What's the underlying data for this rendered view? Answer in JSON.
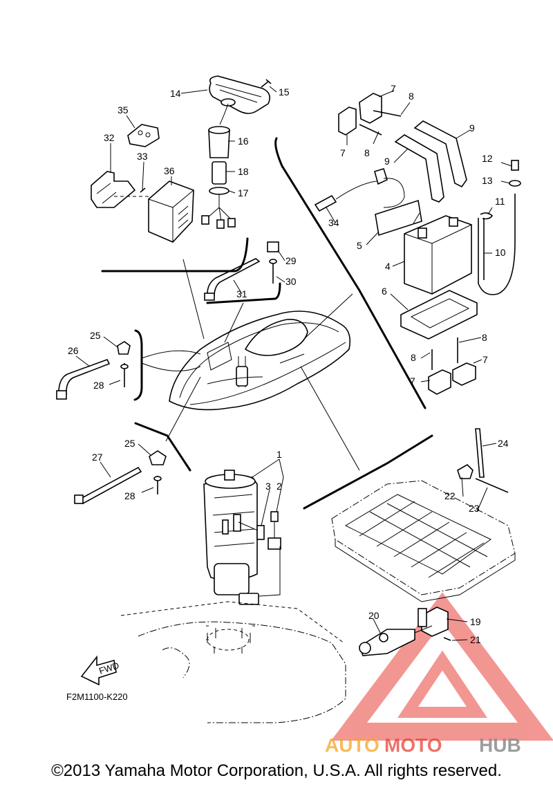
{
  "diagram": {
    "code": "F2M1100-K220",
    "fwd_label": "FWD",
    "copyright": "©2013 Yamaha Motor Corporation, U.S.A. All rights reserved.",
    "watermark": {
      "part1": "AUTO",
      "part2": "MOTO",
      "part3": "HUB"
    },
    "callouts": {
      "n1": "1",
      "n2": "2",
      "n3": "3",
      "n4": "4",
      "n5": "5",
      "n6": "6",
      "n7": "7",
      "n8": "8",
      "n9": "9",
      "n10": "10",
      "n11": "11",
      "n12": "12",
      "n13": "13",
      "n14": "14",
      "n15": "15",
      "n16": "16",
      "n17": "17",
      "n18": "18",
      "n19": "19",
      "n20": "20",
      "n21": "21",
      "n22": "22",
      "n23": "23",
      "n24": "24",
      "n25": "25",
      "n26": "26",
      "n27": "27",
      "n28": "28",
      "n29": "29",
      "n30": "30",
      "n31": "31",
      "n32": "32",
      "n33": "33",
      "n34": "34",
      "n35": "35",
      "n36": "36"
    },
    "colors": {
      "line": "#000000",
      "watermark_red": "#e8423a",
      "watermark_orange": "#f5a623",
      "watermark_gray": "#8c8c8c"
    }
  }
}
